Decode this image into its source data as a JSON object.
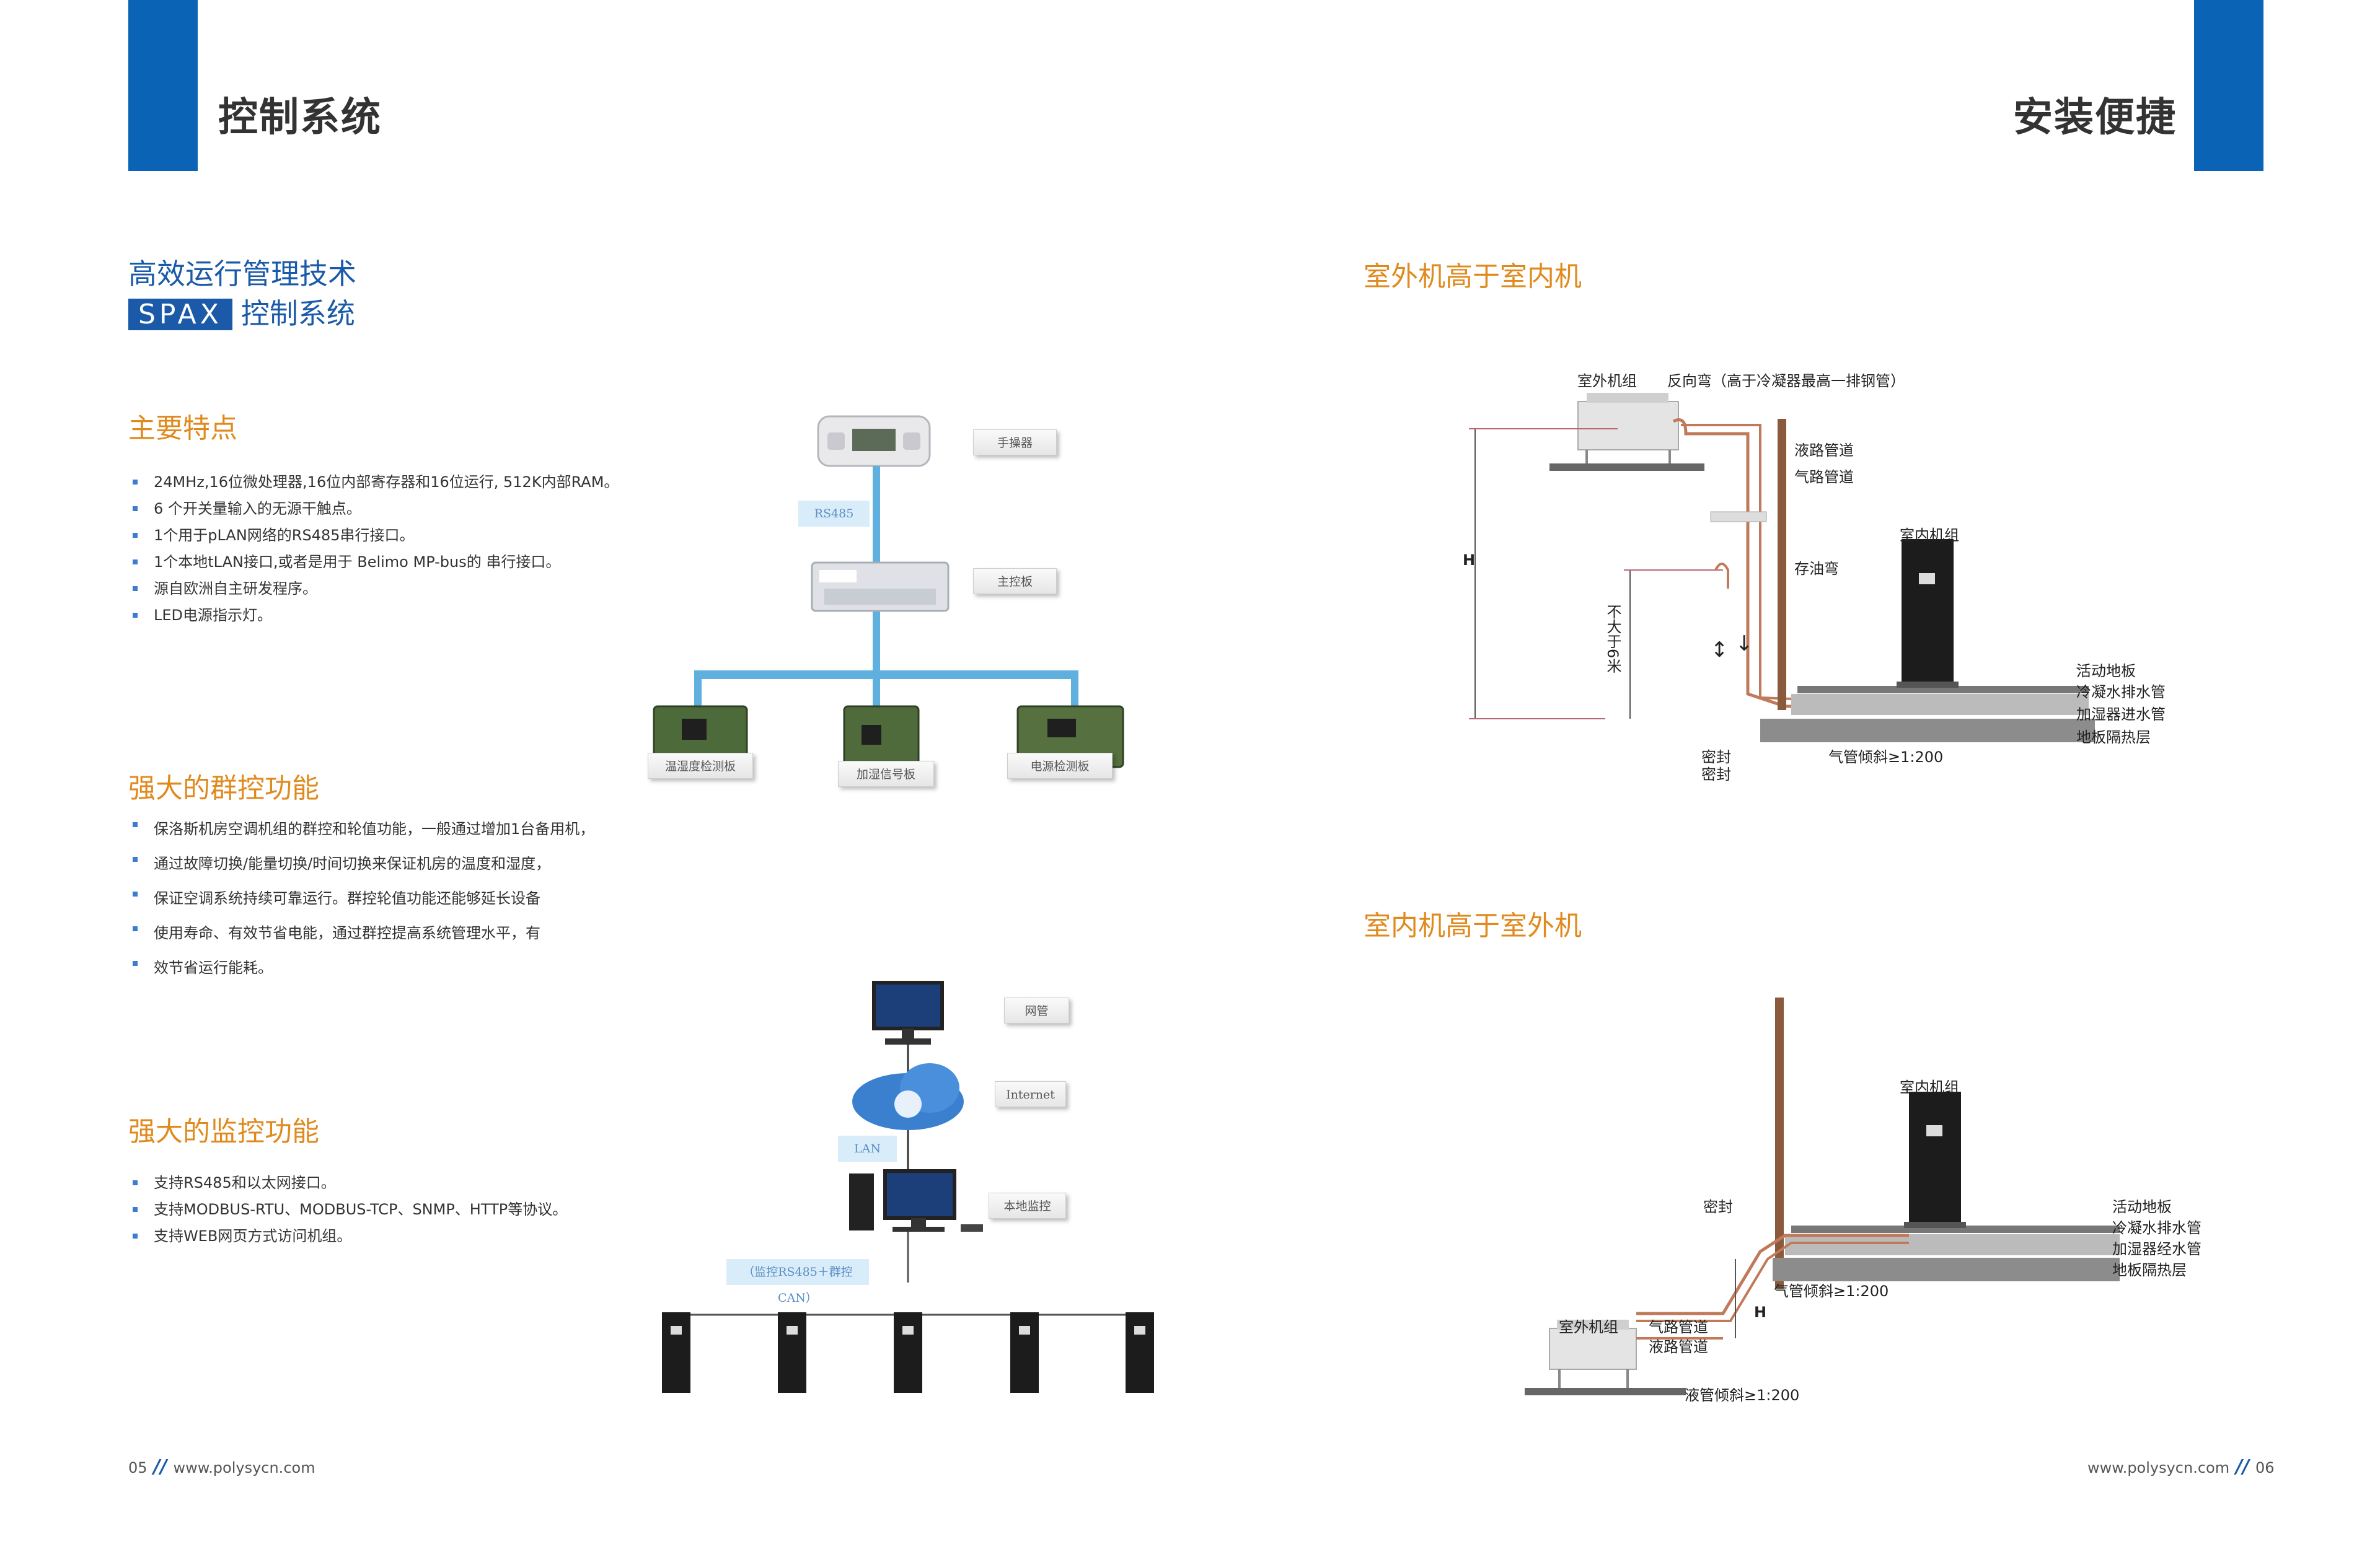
{
  "left": {
    "page_title": "控制系统",
    "heading_line1": "高效运行管理技术",
    "spax_badge": "SPAX",
    "heading_line2_rest": "控制系统",
    "features": {
      "title": "主要特点",
      "items": [
        "24MHz,16位微处理器,16位内部寄存器和16位运行, 512K内部RAM。",
        "6 个开关量输入的无源干触点。",
        "1个用于pLAN网络的RS485串行接口。",
        "1个本地tLAN接口,或者是用于 Belimo MP-bus的  串行接口。",
        "源自欧洲自主研发程序。",
        "LED电源指示灯。"
      ]
    },
    "group_control": {
      "title": "强大的群控功能",
      "lines": [
        "保洛斯机房空调机组的群控和轮值功能，一般通过增加1台备用机，",
        "通过故障切换/能量切换/时间切换来保证机房的温度和湿度，",
        "保证空调系统持续可靠运行。群控轮值功能还能够延长设备",
        "使用寿命、有效节省电能，通过群控提高系统管理水平，有",
        "效节省运行能耗。"
      ]
    },
    "monitoring": {
      "title": "强大的监控功能",
      "items": [
        "支持RS485和以太网接口。",
        "支持MODBUS-RTU、MODBUS-TCP、SNMP、HTTP等协议。",
        "支持WEB网页方式访问机组。"
      ]
    },
    "diagram1": {
      "handset": "手操器",
      "rs485": "RS485",
      "mainboard": "主控板",
      "board_temp": "温湿度检测板",
      "board_humid": "加湿信号板",
      "board_power": "电源检测板"
    },
    "diagram2": {
      "netmgmt": "网管",
      "internet": "Internet",
      "lan": "LAN",
      "local": "本地监控",
      "bus": "（监控RS485＋群控CAN）"
    },
    "footer_page": "05",
    "footer_slash": "//",
    "footer_url": "www.polysycn.com"
  },
  "right": {
    "page_title": "安装便捷",
    "top_section": {
      "title": "室外机高于室内机",
      "outdoor_unit": "室外机组",
      "reverse_bend": "反向弯（高于冷凝器最高一排钢管）",
      "liquid_pipe": "液路管道",
      "gas_pipe": "气路管道",
      "indoor_unit": "室内机组",
      "oil_trap": "存油弯",
      "h_label": "H",
      "max_6m": "不大于6米",
      "raised_floor": "活动地板",
      "condensate_drain": "冷凝水排水管",
      "humidifier_inlet": "加湿器进水管",
      "floor_insulation": "地板隔热层",
      "seal1": "密封",
      "seal2": "密封",
      "gas_slope": "气管倾斜≥1:200"
    },
    "bottom_section": {
      "title": "室内机高于室外机",
      "indoor_unit": "室内机组",
      "seal": "密封",
      "raised_floor": "活动地板",
      "condensate_drain": "冷凝水排水管",
      "humidifier_inlet": "加湿器经水管",
      "floor_insulation": "地板隔热层",
      "gas_slope": "气管倾斜≥1:200",
      "h_label": "H",
      "outdoor_unit": "室外机组",
      "gas_pipe": "气路管道",
      "liquid_pipe": "液路管道",
      "liquid_slope": "液管倾斜≥1:200"
    },
    "footer_url": "www.polysycn.com",
    "footer_slash": "//",
    "footer_page": "06"
  }
}
